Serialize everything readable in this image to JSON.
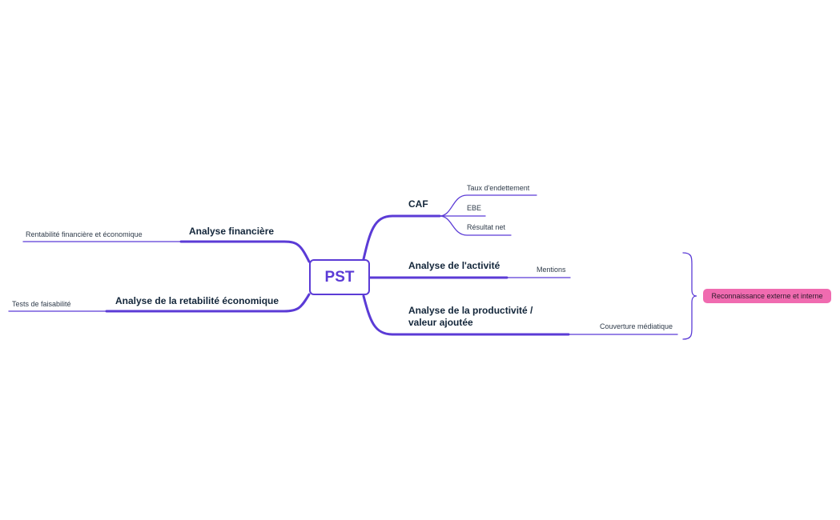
{
  "root": {
    "label": "PST"
  },
  "left_branches": [
    {
      "label": "Analyse financière",
      "child": "Rentabilité financière et économique"
    },
    {
      "label": "Analyse de la retabilité économique",
      "child": "Tests de faisabilité"
    }
  ],
  "right_branches": {
    "caf": {
      "label": "CAF",
      "children": [
        "Taux d'endettement",
        "EBE",
        "Résultat net"
      ]
    },
    "activite": {
      "label": "Analyse de l'activité",
      "child": "Mentions"
    },
    "productivite": {
      "label_line1": "Analyse de la productivité /",
      "label_line2": "valeur ajoutée",
      "child": "Couverture médiatique"
    }
  },
  "summary": {
    "label": "Reconnaissance externe et interne"
  },
  "colors": {
    "branch": "#5b3bd6",
    "summary_pill": "#f06bb0"
  }
}
